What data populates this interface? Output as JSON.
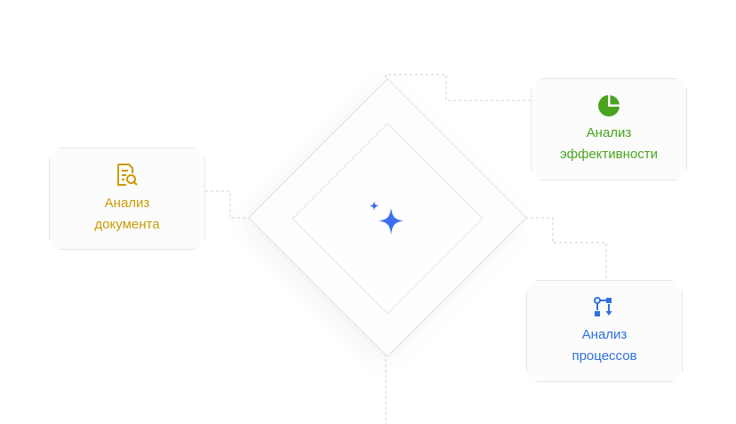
{
  "diagram": {
    "center": {
      "icon": "sparkle-icon",
      "color": "#3b6ff0"
    },
    "cards": {
      "document": {
        "label": "Анализ\nдокумента",
        "icon": "document-search-icon",
        "color": "#cc9a06"
      },
      "efficiency": {
        "label": "Анализ\nэффективности",
        "icon": "pie-chart-icon",
        "color": "#4aa31d"
      },
      "processes": {
        "label": "Анализ\nпроцессов",
        "icon": "process-flow-icon",
        "color": "#2f6fdf"
      }
    }
  }
}
